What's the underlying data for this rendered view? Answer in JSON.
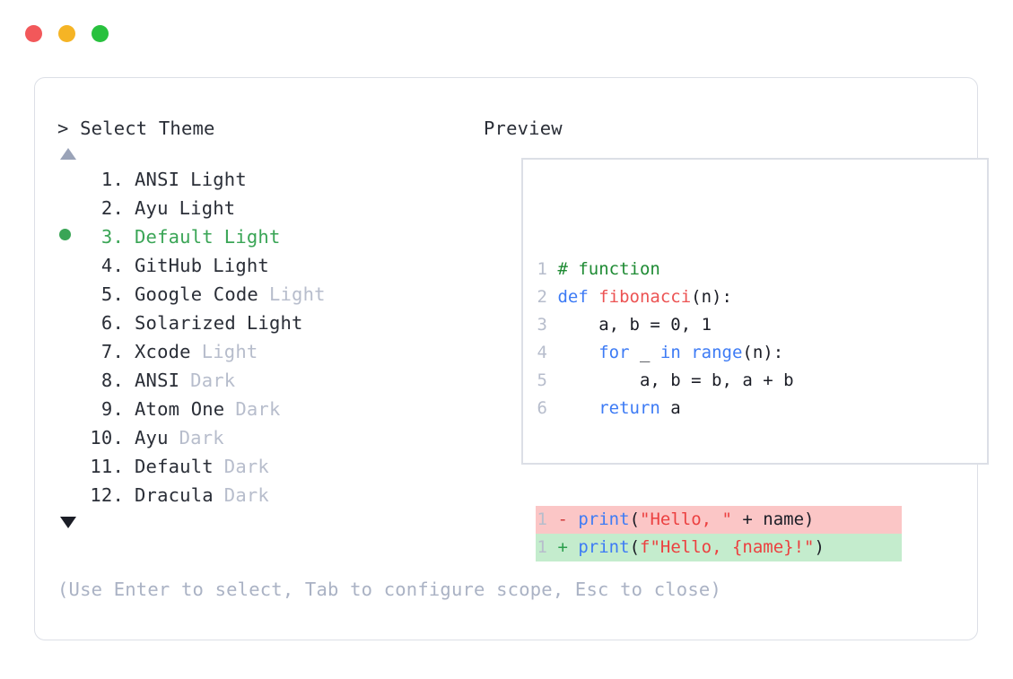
{
  "window": {
    "traffic_lights": [
      {
        "name": "close",
        "color": "#f2585a"
      },
      {
        "name": "minimize",
        "color": "#f5b425"
      },
      {
        "name": "maximize",
        "color": "#28c13e"
      }
    ]
  },
  "left": {
    "title": "> Select Theme",
    "scroll_up_icon": "triangle-up-icon",
    "scroll_down_icon": "triangle-down-icon",
    "selected_index": 3,
    "selected_color": "#3aa556",
    "items": [
      {
        "index": "1.",
        "name": "ANSI",
        "suffix": "Light",
        "suffix_muted": false,
        "selected": false
      },
      {
        "index": "2.",
        "name": "Ayu",
        "suffix": "Light",
        "suffix_muted": false,
        "selected": false
      },
      {
        "index": "3.",
        "name": "Default",
        "suffix": "Light",
        "suffix_muted": false,
        "selected": true
      },
      {
        "index": "4.",
        "name": "GitHub",
        "suffix": "Light",
        "suffix_muted": false,
        "selected": false
      },
      {
        "index": "5.",
        "name": "Google Code",
        "suffix": "Light",
        "suffix_muted": true,
        "selected": false
      },
      {
        "index": "6.",
        "name": "Solarized",
        "suffix": "Light",
        "suffix_muted": false,
        "selected": false
      },
      {
        "index": "7.",
        "name": "Xcode",
        "suffix": "Light",
        "suffix_muted": true,
        "selected": false
      },
      {
        "index": "8.",
        "name": "ANSI",
        "suffix": "Dark",
        "suffix_muted": true,
        "selected": false
      },
      {
        "index": "9.",
        "name": "Atom One",
        "suffix": "Dark",
        "suffix_muted": true,
        "selected": false
      },
      {
        "index": "10.",
        "name": "Ayu",
        "suffix": "Dark",
        "suffix_muted": true,
        "selected": false
      },
      {
        "index": "11.",
        "name": "Default",
        "suffix": "Dark",
        "suffix_muted": true,
        "selected": false
      },
      {
        "index": "12.",
        "name": "Dracula",
        "suffix": "Dark",
        "suffix_muted": true,
        "selected": false
      }
    ]
  },
  "right": {
    "title": "Preview",
    "code": {
      "lines": [
        {
          "n": "1",
          "tokens": [
            {
              "t": "# function",
              "c": "comment"
            }
          ]
        },
        {
          "n": "2",
          "tokens": [
            {
              "t": "def ",
              "c": "kw"
            },
            {
              "t": "fibonacci",
              "c": "fn"
            },
            {
              "t": "(n):",
              "c": "plain"
            }
          ]
        },
        {
          "n": "3",
          "tokens": [
            {
              "t": "    a, b = ",
              "c": "plain"
            },
            {
              "t": "0",
              "c": "num"
            },
            {
              "t": ", ",
              "c": "plain"
            },
            {
              "t": "1",
              "c": "num"
            }
          ]
        },
        {
          "n": "4",
          "tokens": [
            {
              "t": "    ",
              "c": "plain"
            },
            {
              "t": "for",
              "c": "kw"
            },
            {
              "t": " _ ",
              "c": "plain"
            },
            {
              "t": "in range",
              "c": "kw"
            },
            {
              "t": "(n):",
              "c": "plain"
            }
          ]
        },
        {
          "n": "5",
          "tokens": [
            {
              "t": "        a, b = b, a + b",
              "c": "plain"
            }
          ]
        },
        {
          "n": "6",
          "tokens": [
            {
              "t": "    ",
              "c": "plain"
            },
            {
              "t": "return",
              "c": "kw"
            },
            {
              "t": " a",
              "c": "plain"
            }
          ]
        }
      ],
      "diff": [
        {
          "n": "1",
          "sign": "-",
          "kind": "del",
          "bg": "#fbc6c6",
          "tokens": [
            {
              "t": "print",
              "c": "kw"
            },
            {
              "t": "(",
              "c": "plain"
            },
            {
              "t": "\"Hello, \"",
              "c": "str"
            },
            {
              "t": " + name)",
              "c": "plain"
            }
          ]
        },
        {
          "n": "1",
          "sign": "+",
          "kind": "add",
          "bg": "#c4eccd",
          "tokens": [
            {
              "t": "print",
              "c": "kw"
            },
            {
              "t": "(",
              "c": "plain"
            },
            {
              "t": "f\"Hello, {name}!\"",
              "c": "str"
            },
            {
              "t": ")",
              "c": "plain"
            }
          ]
        }
      ]
    }
  },
  "footer": {
    "hint": "(Use Enter to select, Tab to configure scope, Esc to close)"
  }
}
